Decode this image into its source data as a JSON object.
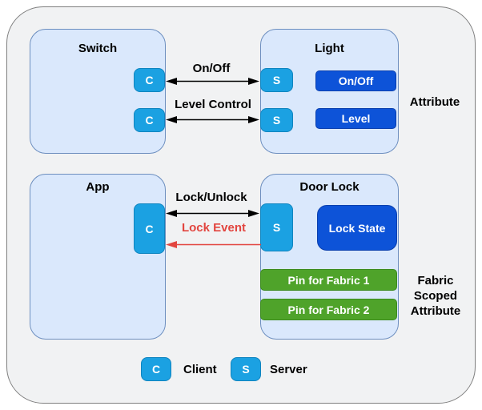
{
  "diagram": {
    "entities": {
      "switch": {
        "title": "Switch"
      },
      "light": {
        "title": "Light",
        "attributes": [
          "On/Off",
          "Level"
        ]
      },
      "app": {
        "title": "App"
      },
      "door_lock": {
        "title": "Door Lock",
        "attributes": [
          "Lock State"
        ],
        "fabric_attributes": [
          "Pin for Fabric 1",
          "Pin for Fabric 2"
        ]
      }
    },
    "chips": {
      "client": "C",
      "server": "S"
    },
    "arrows": [
      {
        "id": "on-off",
        "label": "On/Off",
        "direction": "both",
        "color": "#000000"
      },
      {
        "id": "level-control",
        "label": "Level Control",
        "direction": "both",
        "color": "#000000"
      },
      {
        "id": "lock-unlock",
        "label": "Lock/Unlock",
        "direction": "both",
        "color": "#000000"
      },
      {
        "id": "lock-event",
        "label": "Lock Event",
        "direction": "left",
        "color": "#e2453f"
      }
    ],
    "side_labels": {
      "attribute": "Attribute",
      "fabric_scoped_attribute": "Fabric Scoped Attribute"
    },
    "legend": {
      "client": "Client",
      "server": "Server"
    },
    "colors": {
      "canvas_fill": "#f1f2f3",
      "canvas_border": "#7f7f7f",
      "entity_fill": "#dae8fc",
      "entity_border": "#6c8ebf",
      "chip_fill": "#1ba1e2",
      "chip_border": "#0f84bf",
      "attribute_fill": "#0d53d8",
      "attribute_border": "#0a3fae",
      "fabric_fill": "#4fa32a",
      "fabric_border": "#3b8a1d",
      "event_arrow_red": "#e2453f"
    }
  }
}
